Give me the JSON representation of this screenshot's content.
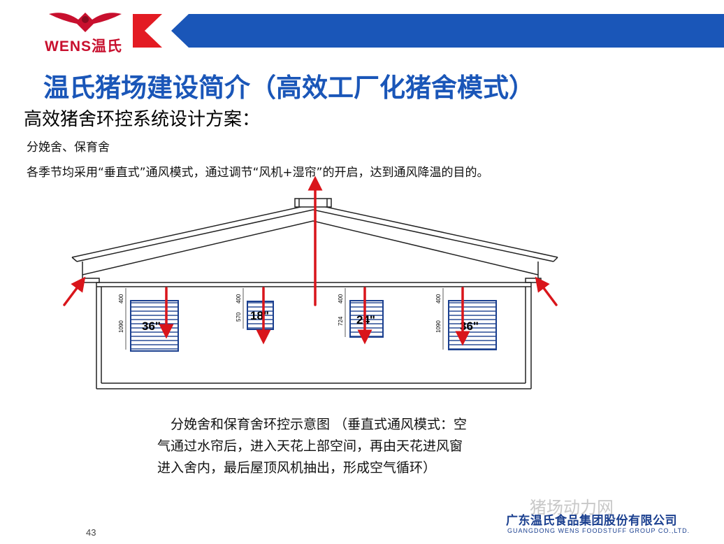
{
  "brand": {
    "logo_text": "WENS温氏",
    "accent": "#c8102e",
    "band_color": "#1a56b8"
  },
  "slide": {
    "title": "温氏猪场建设简介（高效工厂化猪舍模式）",
    "subtitle": "高效猪舍环控系统设计方案：",
    "line1": "分娩舍、保育舍",
    "line2": "各季节均采用“垂直式”通风模式，通过调节“风机+湿帘”的开启，达到通风降温的目的。",
    "caption": "　分娩舍和保育舍环控示意图 （垂直式通风模式：空气通过水帘后，进入天花上部空间，再由天花进风窗进入舍内，最后屋顶风机抽出，形成空气循环）",
    "page_number": "43",
    "watermark": "猪场动力网",
    "company_cn": "广东温氏食品集团股份有限公司",
    "company_en": "GUANGDONG WENS FOODSTUFF GROUP CO.,LTD."
  },
  "diagram": {
    "fans": [
      {
        "label": "36\"",
        "dim_top": "400",
        "dim_side": "1090"
      },
      {
        "label": "18\"",
        "dim_top": "400",
        "dim_side": "570"
      },
      {
        "label": "24\"",
        "dim_top": "400",
        "dim_side": "724"
      },
      {
        "label": "36\"",
        "dim_top": "400",
        "dim_side": "1090"
      }
    ],
    "arrow_color": "#d9151b"
  }
}
